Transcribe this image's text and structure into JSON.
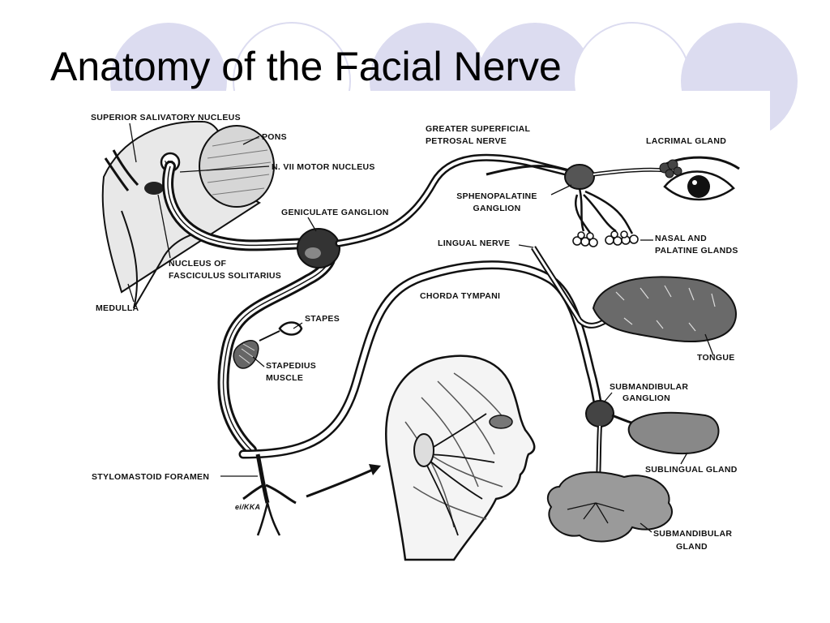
{
  "slide": {
    "title": "Anatomy of the Facial Nerve"
  },
  "colors": {
    "background": "#ffffff",
    "decor_circle": "#dcdcf0",
    "ink": "#111111",
    "nerve_fill": "#ffffff"
  },
  "diagram": {
    "labels": {
      "superior_salivatory_nucleus": "SUPERIOR SALIVATORY NUCLEUS",
      "pons": "PONS",
      "motor_nucleus": "N. VII MOTOR NUCLEUS",
      "geniculate_ganglion": "GENICULATE GANGLION",
      "nucleus_of_line1": "NUCLEUS OF",
      "nucleus_of_line2": "FASCICULUS SOLITARIUS",
      "medulla": "MEDULLA",
      "greater_petrosal_line1": "GREATER SUPERFICIAL",
      "greater_petrosal_line2": "PETROSAL NERVE",
      "lacrimal_gland": "LACRIMAL GLAND",
      "sphenopalatine_line1": "SPHENOPALATINE",
      "sphenopalatine_line2": "GANGLION",
      "lingual_nerve": "LINGUAL NERVE",
      "nasal_line1": "NASAL AND",
      "nasal_line2": "PALATINE GLANDS",
      "chorda_tympani": "CHORDA TYMPANI",
      "tongue": "TONGUE",
      "stapes": "STAPES",
      "stapedius_line1": "STAPEDIUS",
      "stapedius_line2": "MUSCLE",
      "submandibular_ganglion_line1": "SUBMANDIBULAR",
      "submandibular_ganglion_line2": "GANGLION",
      "sublingual_gland": "SUBLINGUAL GLAND",
      "stylomastoid_foramen": "STYLOMASTOID FORAMEN",
      "submandibular_gland_line1": "SUBMANDIBULAR",
      "submandibular_gland_line2": "GLAND",
      "signature": "ei/KKA",
      "motor_nucleus_roman": "VII"
    }
  }
}
